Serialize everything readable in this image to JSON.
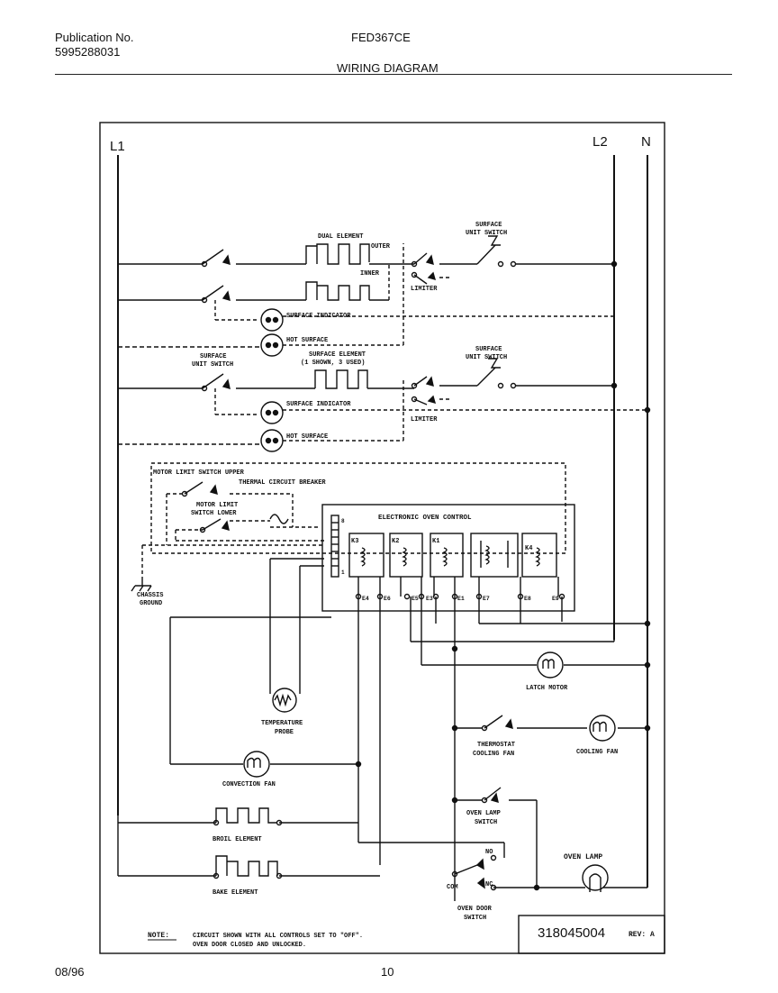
{
  "header": {
    "publication_label": "Publication No.",
    "publication_number": "5995288031",
    "model": "FED367CE",
    "title": "WIRING DIAGRAM"
  },
  "footer": {
    "date": "08/96",
    "page": "10"
  },
  "lines": {
    "l1": "L1",
    "l2": "L2",
    "n": "N"
  },
  "components": {
    "dual_element": "DUAL ELEMENT",
    "outer": "OUTER",
    "inner": "INNER",
    "surface_unit_switch_1a": "SURFACE",
    "surface_unit_switch_1b": "UNIT SWITCH",
    "limiter_1": "LIMITER",
    "surface_indicator_1": "SURFACE INDICATOR",
    "hot_surface_1": "HOT SURFACE",
    "surface_unit_switch_left_a": "SURFACE",
    "surface_unit_switch_left_b": "UNIT SWITCH",
    "surface_element_a": "SURFACE ELEMENT",
    "surface_element_b": "(1 SHOWN, 3 USED)",
    "surface_unit_switch_2a": "SURFACE",
    "surface_unit_switch_2b": "UNIT SWITCH",
    "surface_indicator_2": "SURFACE INDICATOR",
    "limiter_2": "LIMITER",
    "hot_surface_2": "HOT SURFACE",
    "motor_limit_upper": "MOTOR LIMIT SWITCH UPPER",
    "thermal_breaker": "THERMAL CIRCUIT BREAKER",
    "motor_limit_lower_a": "MOTOR LIMIT",
    "motor_limit_lower_b": "SWITCH LOWER",
    "electronic_oven_control": "ELECTRONIC OVEN CONTROL",
    "chassis_ground_a": "CHASSIS",
    "chassis_ground_b": "GROUND",
    "temp_probe_a": "TEMPERATURE",
    "temp_probe_b": "PROBE",
    "latch_motor": "LATCH MOTOR",
    "thermostat_a": "THERMOSTAT",
    "thermostat_b": "COOLING FAN",
    "cooling_fan": "COOLING FAN",
    "convection_fan": "CONVECTION FAN",
    "oven_lamp_switch_a": "OVEN LAMP",
    "oven_lamp_switch_b": "SWITCH",
    "broil_element": "BROIL ELEMENT",
    "oven_lamp": "OVEN LAMP",
    "bake_element": "BAKE ELEMENT",
    "no": "NO",
    "com": "COM",
    "nc": "NC",
    "oven_door_switch_a": "OVEN DOOR",
    "oven_door_switch_b": "SWITCH"
  },
  "relays": {
    "k3": "K3",
    "k2": "K2",
    "k1": "K1",
    "k4": "K4"
  },
  "terminals": {
    "e4": "E4",
    "e6": "E6",
    "e5": "E5",
    "e3": "E3",
    "e1": "E1",
    "e7": "E7",
    "e8": "E8",
    "e9": "E9"
  },
  "pins": {
    "p8": "8",
    "p1": "1"
  },
  "note": {
    "label": "NOTE:",
    "line1": "CIRCUIT SHOWN WITH ALL CONTROLS SET TO \"OFF\".",
    "line2": "OVEN DOOR CLOSED AND UNLOCKED."
  },
  "part_number": "318045004",
  "revision": "REV: A"
}
